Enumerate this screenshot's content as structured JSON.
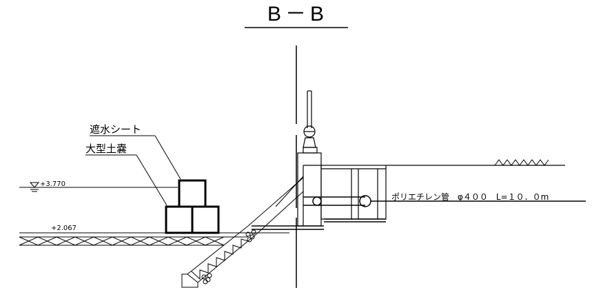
{
  "section_title": "B－B",
  "labels": {
    "water_sheet": "遮水シート",
    "large_sandbag": "大型土嚢",
    "water_level": "+3.770",
    "ground_level": "+2.067",
    "pipe_spec": "ポリエチレン管　φ４００　L=１０．０m"
  }
}
